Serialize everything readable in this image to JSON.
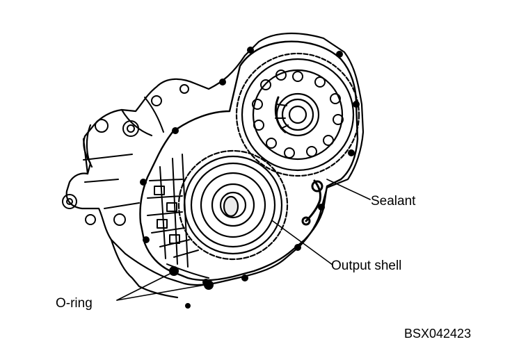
{
  "figure": {
    "labels": {
      "sealant": "Sealant",
      "output_shell": "Output shell",
      "o_ring": "O-ring"
    },
    "figure_code": "BSX042423"
  },
  "colors": {
    "ink": "#000000",
    "paper": "#ffffff"
  },
  "icons": {
    "illustration": "transmission-case-icon"
  }
}
